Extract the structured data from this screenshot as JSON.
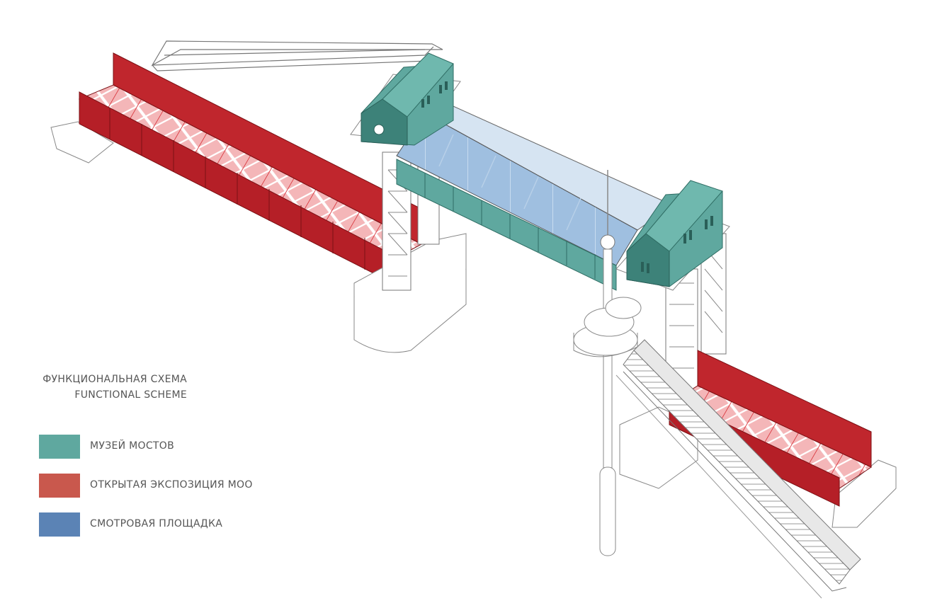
{
  "title": {
    "line_ru": "ФУНКЦИОНАЛЬНАЯ СХЕМА",
    "line_en": "FUNCTIONAL SCHEME"
  },
  "legend": {
    "items": [
      {
        "label": "МУЗЕЙ МОСТОВ",
        "color": "#5fa89f"
      },
      {
        "label": "ОТКРЫТАЯ ЭКСПОЗИЦИЯ МОО",
        "color": "#c9584d"
      },
      {
        "label": "СМОТРОВАЯ ПЛОЩАДКА",
        "color": "#5b83b5"
      }
    ]
  },
  "colors": {
    "museum": "#5fa89f",
    "museum_dark": "#3d8279",
    "exhibition": "#c0262d",
    "exhibition_light": "#f1a9ab",
    "observation": "#8fb3d6",
    "structure": "#ffffff",
    "line": "#666666"
  }
}
